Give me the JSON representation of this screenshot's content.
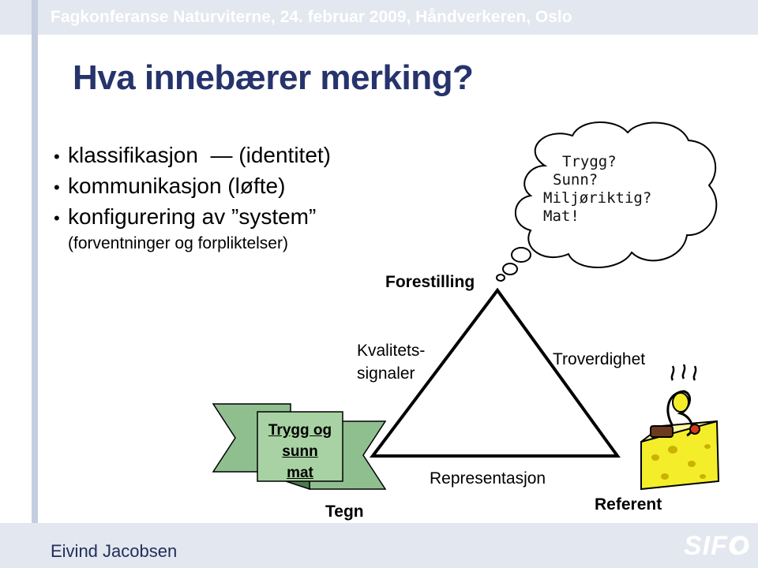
{
  "header": {
    "conference": "Fagkonferanse Naturviterne, 24. februar 2009, Håndverkeren, Oslo"
  },
  "slide": {
    "title": "Hva innebærer merking?",
    "bullets": [
      "klassifikasjon  — (identitet)",
      "kommunikasjon (løfte)",
      "konfigurering av ”system”"
    ],
    "subnote": "(forventninger og forpliktelser)"
  },
  "diagram": {
    "forestilling": "Forestilling",
    "kvalitets_line1": "Kvalitets-",
    "kvalitets_line2": "signaler",
    "troverdighet": "Troverdighet",
    "representasjon": "Representasjon",
    "tegn": "Tegn",
    "referent": "Referent",
    "label_line1": "Trygg og",
    "label_line2": "sunn",
    "label_line3": "mat",
    "thought": [
      "Trygg?",
      "Sunn?",
      "Miljøriktig?",
      "Mat!"
    ]
  },
  "footer": {
    "author": "Eivind Jacobsen",
    "logo": "SIFO"
  },
  "colors": {
    "title": "#26336c",
    "bars": "#e3e7ef",
    "ribbon": "#8fbf8f",
    "cheese": "#f4ee2a"
  }
}
